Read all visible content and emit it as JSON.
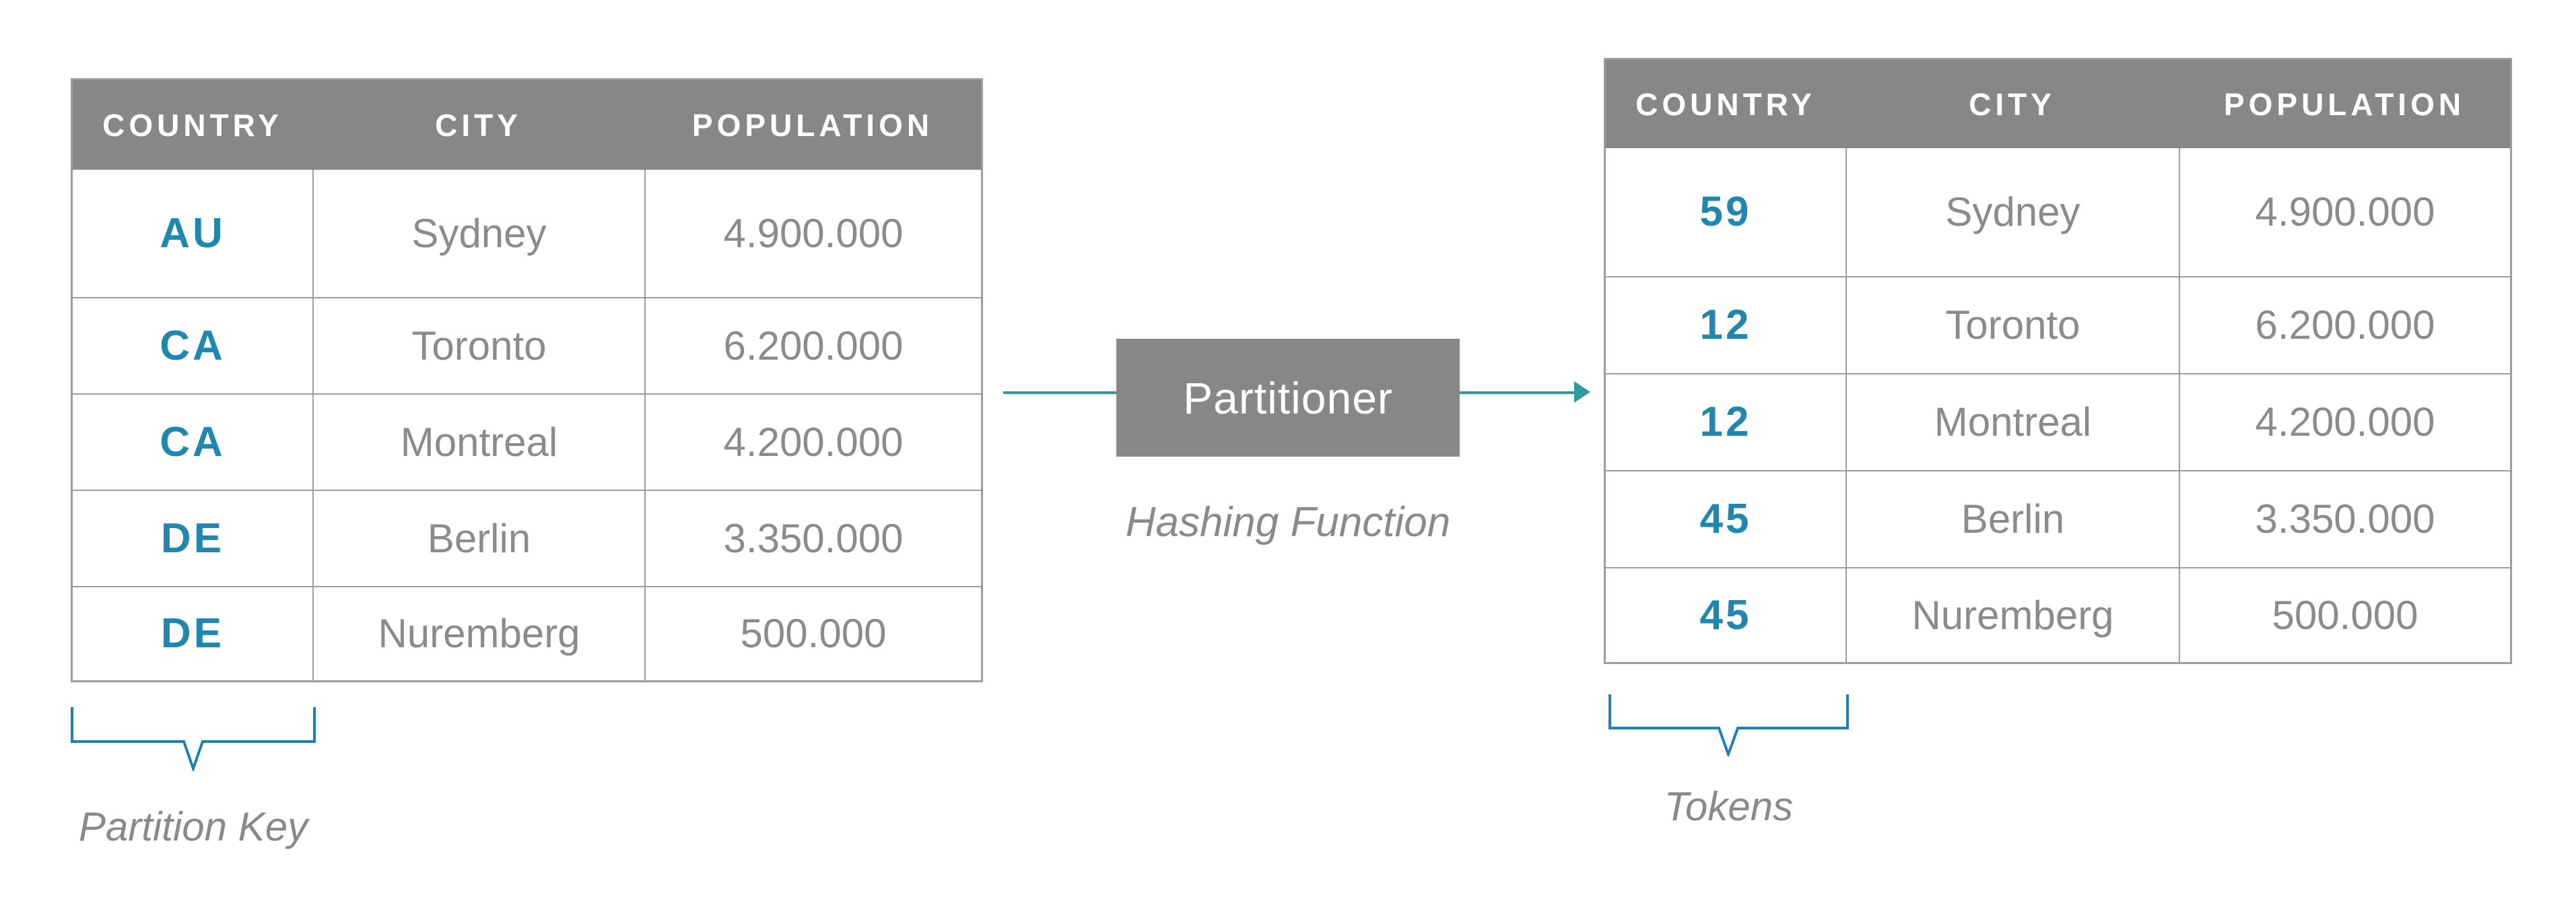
{
  "left_table": {
    "headers": [
      "COUNTRY",
      "CITY",
      "POPULATION"
    ],
    "rows": [
      {
        "key": "AU",
        "city": "Sydney",
        "population": "4.900.000"
      },
      {
        "key": "CA",
        "city": "Toronto",
        "population": "6.200.000"
      },
      {
        "key": "CA",
        "city": "Montreal",
        "population": "4.200.000"
      },
      {
        "key": "DE",
        "city": "Berlin",
        "population": "3.350.000"
      },
      {
        "key": "DE",
        "city": "Nuremberg",
        "population": "500.000"
      }
    ],
    "bracket_label": "Partition Key"
  },
  "partitioner": {
    "label": "Partitioner",
    "sublabel": "Hashing Function"
  },
  "right_table": {
    "headers": [
      "COUNTRY",
      "CITY",
      "POPULATION"
    ],
    "rows": [
      {
        "key": "59",
        "city": "Sydney",
        "population": "4.900.000"
      },
      {
        "key": "12",
        "city": "Toronto",
        "population": "6.200.000"
      },
      {
        "key": "12",
        "city": "Montreal",
        "population": "4.200.000"
      },
      {
        "key": "45",
        "city": "Berlin",
        "population": "3.350.000"
      },
      {
        "key": "45",
        "city": "Nuremberg",
        "population": "500.000"
      }
    ],
    "bracket_label": "Tokens"
  },
  "colors": {
    "header_gray": "#878787",
    "body_text_gray": "#8b8b8b",
    "border_gray": "#9c9c9c",
    "key_teal": "#2187ae",
    "arrow_teal": "#2f98a0",
    "bracket_blue": "#1b7fb8",
    "caption_gray": "#8a8a8a"
  }
}
